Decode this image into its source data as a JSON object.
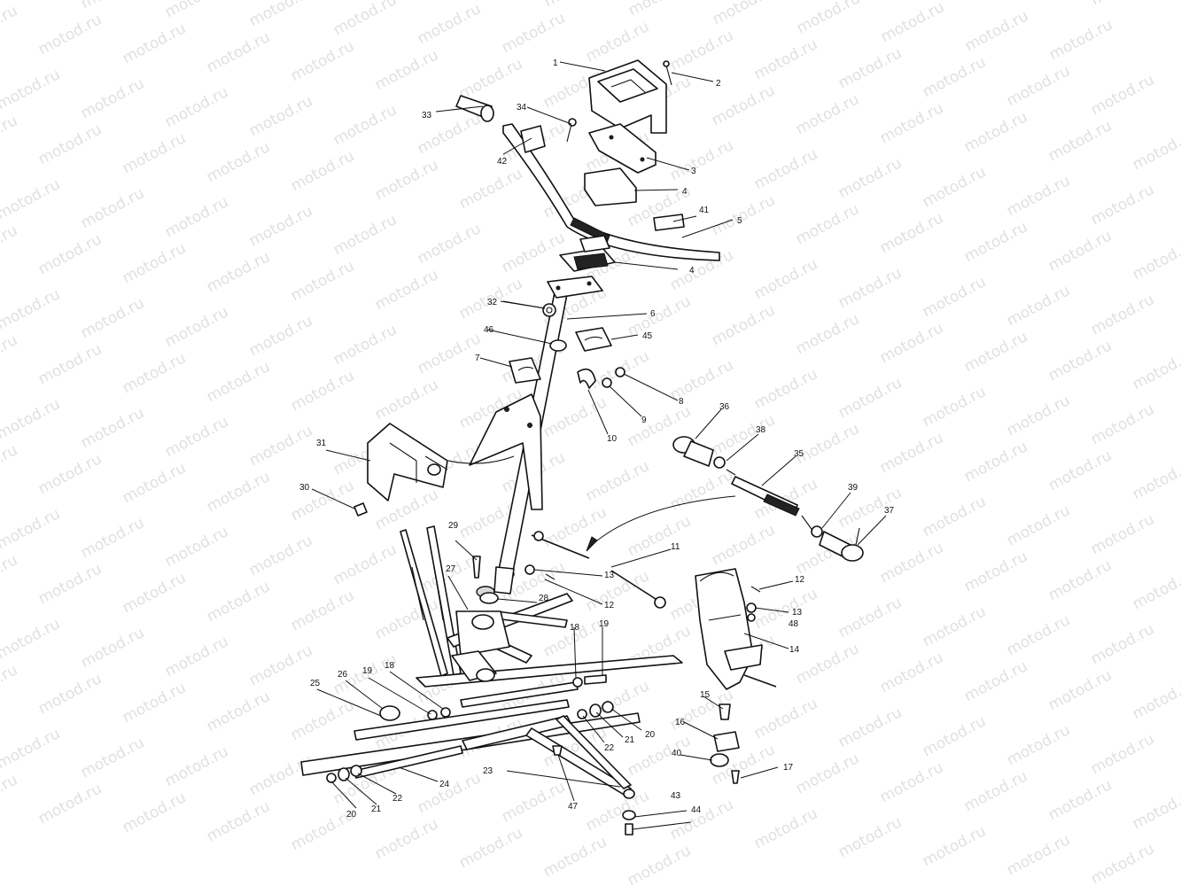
{
  "watermark": {
    "text": "motod.ru"
  },
  "callouts": [
    "1",
    "2",
    "3",
    "4",
    "4",
    "5",
    "6",
    "7",
    "8",
    "9",
    "10",
    "11",
    "12",
    "12",
    "13",
    "13",
    "14",
    "15",
    "16",
    "17",
    "18",
    "18",
    "19",
    "19",
    "20",
    "20",
    "21",
    "21",
    "22",
    "22",
    "23",
    "24",
    "25",
    "26",
    "27",
    "28",
    "29",
    "30",
    "31",
    "32",
    "33",
    "34",
    "35",
    "36",
    "37",
    "38",
    "39",
    "40",
    "41",
    "42",
    "43",
    "44",
    "45",
    "46",
    "47",
    "48"
  ]
}
